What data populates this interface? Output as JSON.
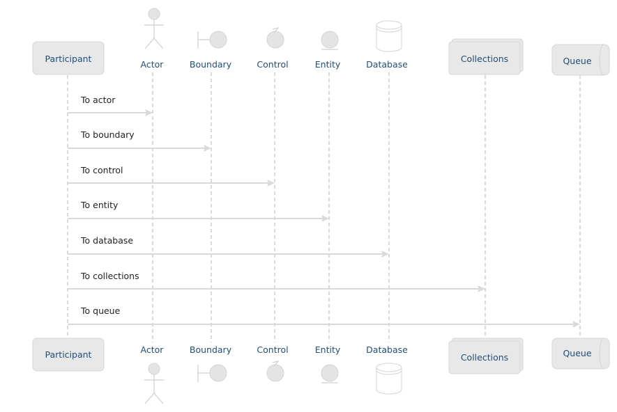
{
  "participants": [
    {
      "id": "participant",
      "kind": "participant",
      "label": "Participant"
    },
    {
      "id": "actor",
      "kind": "actor",
      "label": "Actor"
    },
    {
      "id": "boundary",
      "kind": "boundary",
      "label": "Boundary"
    },
    {
      "id": "control",
      "kind": "control",
      "label": "Control"
    },
    {
      "id": "entity",
      "kind": "entity",
      "label": "Entity"
    },
    {
      "id": "database",
      "kind": "database",
      "label": "Database"
    },
    {
      "id": "collections",
      "kind": "collections",
      "label": "Collections"
    },
    {
      "id": "queue",
      "kind": "queue",
      "label": "Queue"
    }
  ],
  "messages": [
    {
      "from": "participant",
      "to": "actor",
      "label": "To actor"
    },
    {
      "from": "participant",
      "to": "boundary",
      "label": "To boundary"
    },
    {
      "from": "participant",
      "to": "control",
      "label": "To control"
    },
    {
      "from": "participant",
      "to": "entity",
      "label": "To entity"
    },
    {
      "from": "participant",
      "to": "database",
      "label": "To database"
    },
    {
      "from": "participant",
      "to": "collections",
      "label": "To collections"
    },
    {
      "from": "participant",
      "to": "queue",
      "label": "To queue"
    }
  ]
}
